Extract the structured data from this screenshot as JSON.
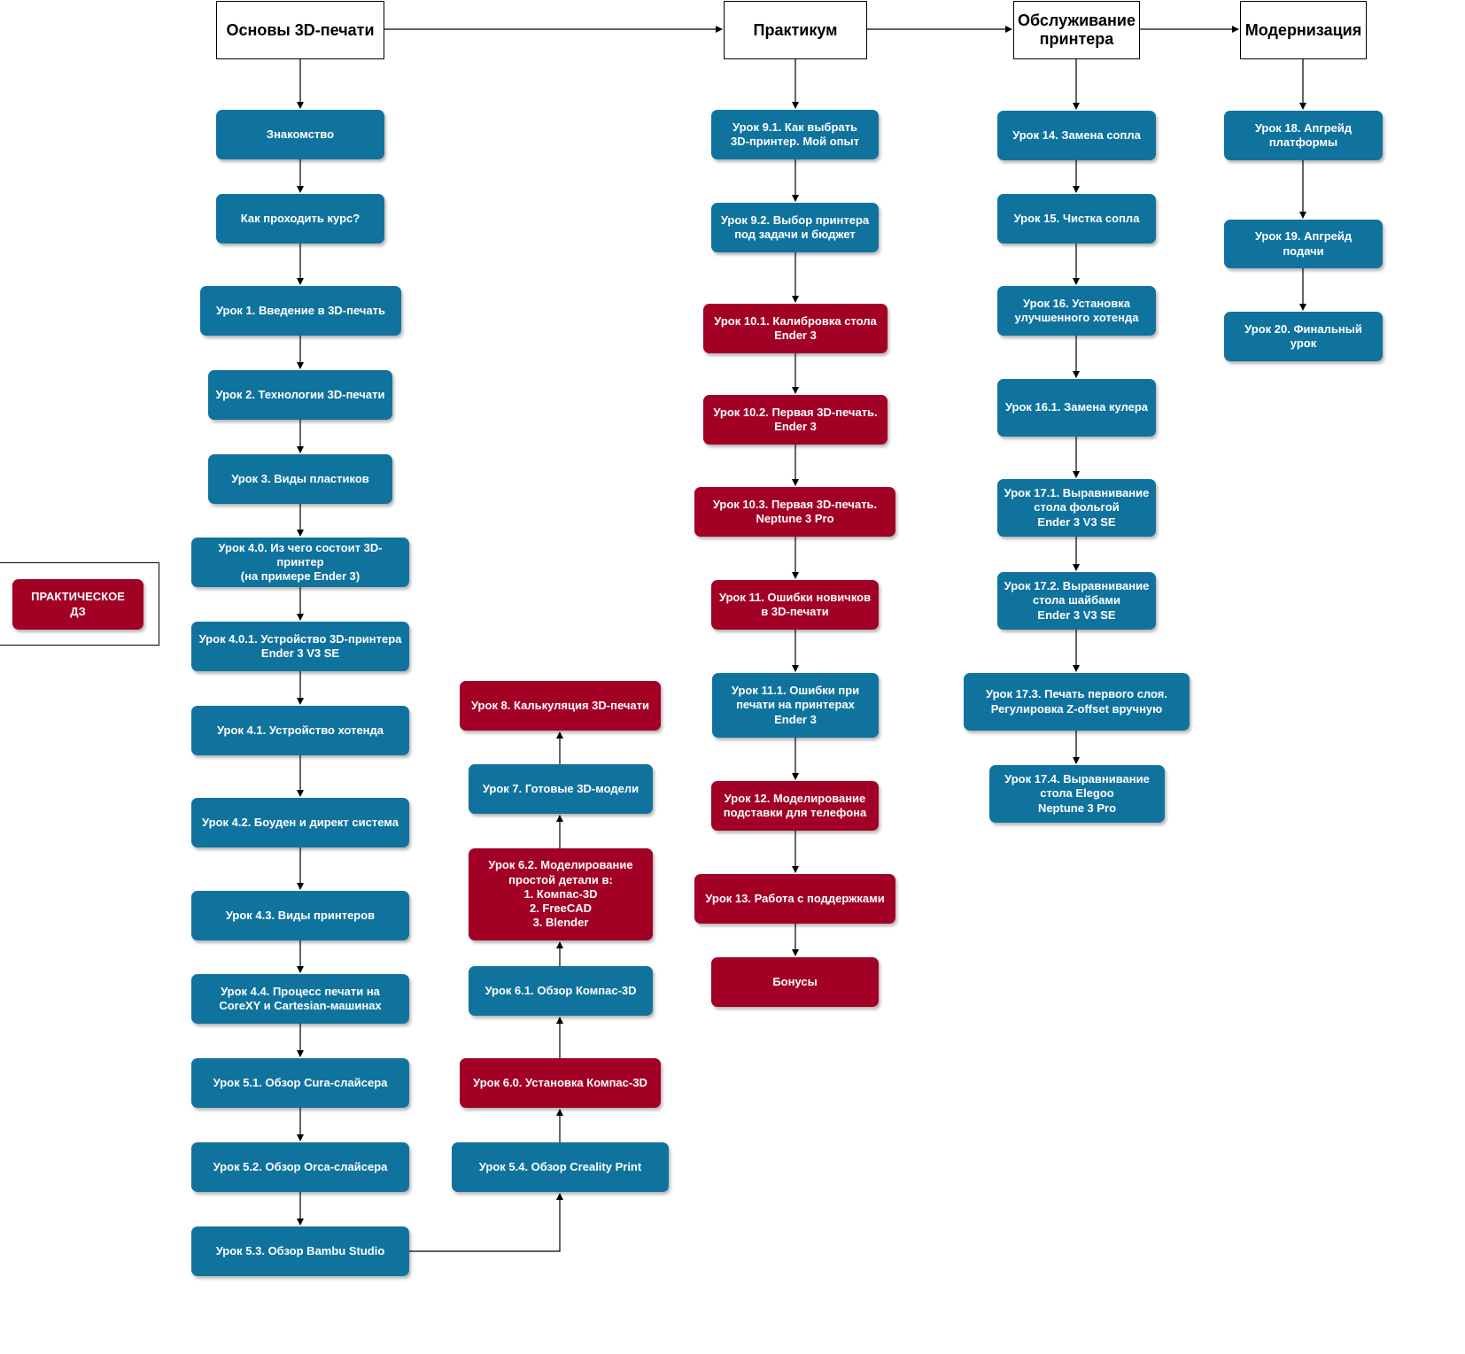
{
  "colors": {
    "lesson": "#10739e",
    "practical": "#a20025",
    "header_fill": "#ffffff",
    "line": "#000000"
  },
  "headers": {
    "basics": "Основы 3D-печати",
    "practicum": "Практикум",
    "maintenance": "Обслуживание\nпринтера",
    "upgrade": "Модернизация"
  },
  "legend": {
    "practical_hw": "ПРАКТИЧЕСКОЕ\nДЗ"
  },
  "basics": {
    "intro": "Знакомство",
    "how_to": "Как проходить курс?",
    "l1": "Урок 1. Введение в 3D-печать",
    "l2": "Урок 2. Технологии 3D-печати",
    "l3": "Урок 3. Виды пластиков",
    "l4_0": "Урок 4.0. Из чего состоит 3D-принтер\n(на примере Ender 3)",
    "l4_0_1": "Урок 4.0.1. Устройство 3D-принтера\nEnder 3 V3 SE",
    "l4_1": "Урок 4.1. Устройство хотенда",
    "l4_2": "Урок 4.2. Боуден и директ система",
    "l4_3": "Урок 4.3. Виды принтеров",
    "l4_4": "Урок 4.4. Процесс печати на\nCoreXY и Cartesian-машинах",
    "l5_1": "Урок 5.1. Обзор Cura-слайсера",
    "l5_2": "Урок 5.2. Обзор Orca-слайсера",
    "l5_3": "Урок 5.3. Обзор Bambu Studio",
    "l5_4": "Урок 5.4. Обзор Creality Print",
    "l6_0": "Урок 6.0. Установка Компас-3D",
    "l6_1": "Урок 6.1. Обзор Компас-3D",
    "l6_2": "Урок 6.2. Моделирование\nпростой детали в:\n1. Компас-3D\n2. FreeCAD\n3. Blender",
    "l7": "Урок 7. Готовые 3D-модели",
    "l8": "Урок 8. Калькуляция 3D-печати"
  },
  "practicum": {
    "l9_1": "Урок 9.1. Как выбрать\n3D-принтер. Мой опыт",
    "l9_2": "Урок 9.2. Выбор принтера\nпод задачи и бюджет",
    "l10_1": "Урок 10.1. Калибровка стола\nEnder 3",
    "l10_2": "Урок 10.2. Первая 3D-печать.\nEnder 3",
    "l10_3": "Урок 10.3. Первая 3D-печать.\nNeptune 3 Pro",
    "l11": "Урок 11. Ошибки новичков\nв 3D-печати",
    "l11_1": "Урок 11.1. Ошибки при\nпечати на принтерах\nEnder 3",
    "l12": "Урок 12. Моделирование\nподставки для телефона",
    "l13": "Урок 13. Работа с поддержками",
    "bonus": "Бонусы"
  },
  "maintenance": {
    "l14": "Урок 14. Замена сопла",
    "l15": "Урок 15. Чистка сопла",
    "l16": "Урок 16. Установка\nулучшенного хотенда",
    "l16_1": "Урок 16.1. Замена кулера",
    "l17_1": "Урок 17.1. Выравнивание\nстола фольгой\nEnder 3 V3 SE",
    "l17_2": "Урок 17.2. Выравнивание\nстола шайбами\nEnder 3 V3 SE",
    "l17_3": "Урок 17.3. Печать первого слоя.\nРегулировка Z-offset вручную",
    "l17_4": "Урок 17.4. Выравнивание\nстола Elegoo\nNeptune 3 Pro"
  },
  "upgrade": {
    "l18": "Урок 18. Апгрейд\nплатформы",
    "l19": "Урок 19. Апгрейд\nподачи",
    "l20": "Урок 20. Финальный\nурок"
  }
}
